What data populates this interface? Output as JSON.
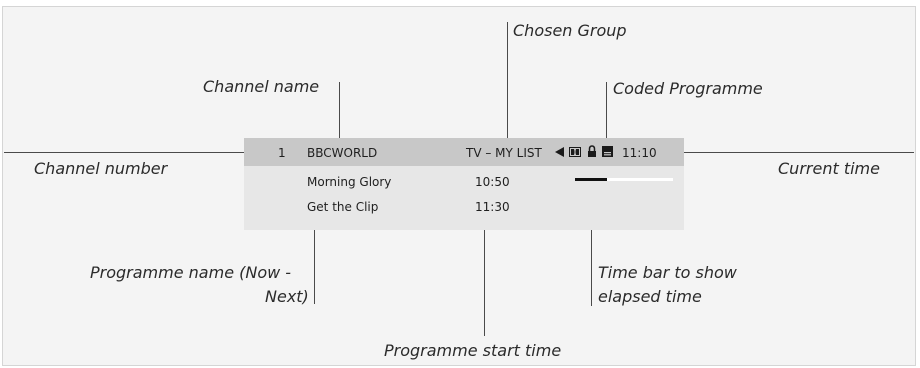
{
  "labels": {
    "chosen_group": "Chosen Group",
    "channel_name": "Channel name",
    "coded_programme": "Coded Programme",
    "channel_number": "Channel number",
    "current_time": "Current time",
    "programme_name_line1": "Programme name (Now -",
    "programme_name_line2": "Next)",
    "time_bar_line1": "Time bar to show",
    "time_bar_line2": "elapsed time",
    "programme_start_time": "Programme start time"
  },
  "panel": {
    "channel_number": "1",
    "channel_name": "BBCWORLD",
    "group": "TV – MY LIST",
    "current_time": "11:10",
    "status_icons": [
      "speaker-icon",
      "dolby-icon",
      "lock-icon",
      "subtitle-icon"
    ],
    "programmes": [
      {
        "name": "Morning  Glory",
        "start": "10:50"
      },
      {
        "name": "Get the Clip",
        "start": "11:30"
      }
    ],
    "elapsed_fraction": 0.33
  },
  "colors": {
    "header_bg": "#c8c8c8",
    "body_bg": "#e7e7e7",
    "leader_line": "#4a4a4a",
    "background": "#f4f4f4"
  }
}
